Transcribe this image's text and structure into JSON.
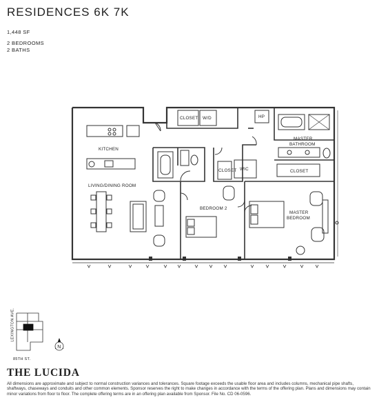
{
  "header": {
    "title": "RESIDENCES 6K 7K",
    "area": "1,448 SF",
    "bedrooms": "2 BEDROOMS",
    "baths": "2 BATHS"
  },
  "rooms": {
    "kitchen": "KITCHEN",
    "living_dining": "LIVING/DINING ROOM",
    "closet_entry": "CLOSET",
    "wd": "W/D",
    "hp": "HP",
    "master_bathroom_1": "MASTER",
    "master_bathroom_2": "BATHROOM",
    "closet_hall": "CLOSET",
    "wic": "WIC",
    "closet_master": "CLOSET",
    "bedroom_2": "BEDROOM 2",
    "master_bedroom_1": "MASTER",
    "master_bedroom_2": "BEDROOM"
  },
  "keyplan": {
    "street_vertical": "LEXINGTON AVE.",
    "street_horizontal": "85TH ST.",
    "north_label": "N"
  },
  "footer": {
    "brand": "THE LUCIDA",
    "disclaimer": "All dimensions are approximate and subject to normal construction variances and tolerances. Square footage exceeds the usable floor area and includes columns, mechanical pipe shafts, shaftways, chaseways and conduits and other common elements. Sponsor reserves the right to make changes in accordance with the terms of the offering plan. Plans and dimensions may contain minor variations from floor to floor. The complete offering terms are in an offering plan available from Sponsor. File No. CD 06-0596."
  }
}
